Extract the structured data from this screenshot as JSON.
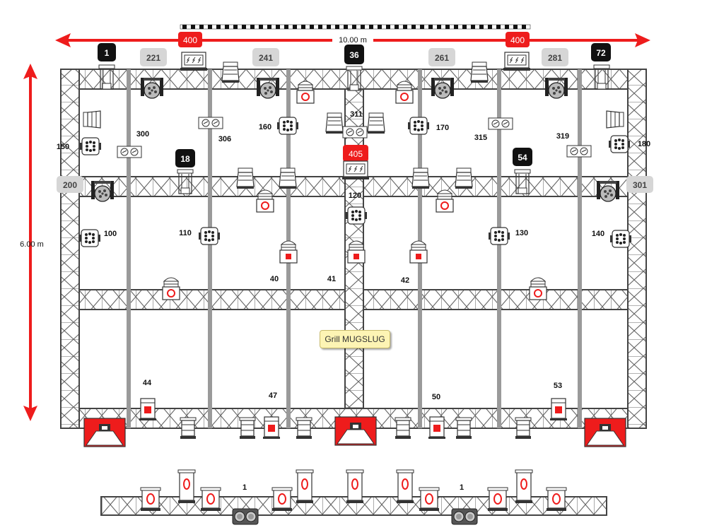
{
  "dimensions": {
    "width_label": "10.00 m",
    "height_label": "6.00 m"
  },
  "colors": {
    "accent_red": "#ee1c1c",
    "badge_black": "#111111",
    "badge_grey": "#d6d6d6",
    "truss": "#555555",
    "pipe": "#9a9a9a",
    "grill_bg": "#fdf4b4"
  },
  "badges": {
    "red_400": "400",
    "b_1": "1",
    "b_221": "221",
    "b_241": "241",
    "b_36": "36",
    "b_261": "261",
    "b_281": "281",
    "b_72": "72",
    "b_18": "18",
    "b_405": "405",
    "b_54": "54",
    "b_200": "200",
    "b_301": "301"
  },
  "labels": {
    "l_300": "300",
    "l_306": "306",
    "l_160": "160",
    "l_311": "311",
    "l_170": "170",
    "l_315": "315",
    "l_319": "319",
    "l_150": "150",
    "l_180": "180",
    "l_120": "120",
    "l_100": "100",
    "l_110": "110",
    "l_130": "130",
    "l_140": "140",
    "l_40": "40",
    "l_41": "41",
    "l_42": "42",
    "l_44": "44",
    "l_47": "47",
    "l_50": "50",
    "l_53": "53",
    "l_bottom_1": "1"
  },
  "tooltip": {
    "text": "Grill MUGSLUG"
  }
}
